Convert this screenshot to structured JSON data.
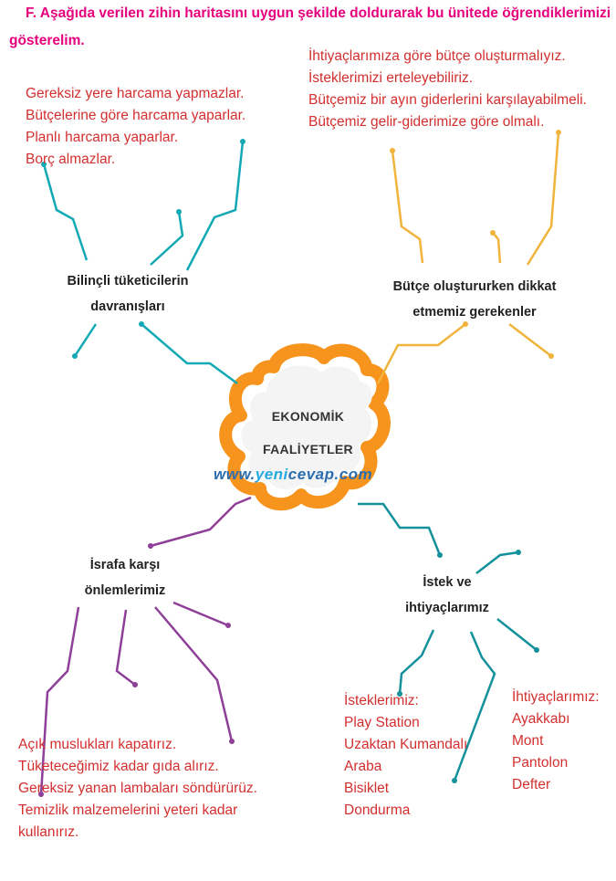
{
  "title": {
    "line1": "F. Aşağıda verilen zihin haritasını uygun şekilde doldurarak bu ünitede öğrendiklerimizi",
    "line2": "gösterelim."
  },
  "center": {
    "line1": "EKONOMİK",
    "line2": "FAALİYETLER"
  },
  "watermark": {
    "part1": "www.",
    "part2": "yeni",
    "part3": "cevap",
    "part4": ".com"
  },
  "nodes": {
    "bilincli": {
      "line1": "Bilinçli tüketicilerin",
      "line2": "davranışları"
    },
    "butce": {
      "line1": "Bütçe oluştururken dikkat",
      "line2": "etmemiz gerekenler"
    },
    "israf": {
      "line1": "İsrafa karşı",
      "line2": "önlemlerimiz"
    },
    "istek": {
      "line1": "İstek ve",
      "line2": "ihtiyaçlarımız"
    }
  },
  "answers": {
    "bilincli": [
      "Gereksiz yere harcama yapmazlar.",
      "Bütçelerine göre harcama yaparlar.",
      "Planlı harcama yaparlar.",
      "Borç almazlar."
    ],
    "butce": [
      "İhtiyaçlarımıza göre bütçe oluşturmalıyız.",
      "İsteklerimizi erteleyebiliriz.",
      "Bütçemiz bir ayın giderlerini karşılayabilmeli.",
      "Bütçemiz gelir-giderimize göre olmalı."
    ],
    "israf": [
      "Açık muslukları kapatırız.",
      "Tüketeceğimiz kadar gıda alırız.",
      "Gereksiz yanan lambaları söndürürüz.",
      "Temizlik malzemelerini yeteri kadar",
      "kullanırız."
    ],
    "istekler": [
      "İsteklerimiz:",
      "Play Station",
      "Uzaktan Kumandalı",
      "Araba",
      "Bisiklet",
      "Dondurma"
    ],
    "ihtiyaclar": [
      "İhtiyaçlarımız:",
      "Ayakkabı",
      "Mont",
      "Pantolon",
      "Defter"
    ]
  },
  "colors": {
    "title": "#e6007e",
    "answer_text": "#d32f2f",
    "teal_branch": "#12a9b5",
    "orange_branch": "#f0b43c",
    "purple_branch": "#8e3f98",
    "darkteal_branch": "#14919b",
    "cloud_outline": "#f7941d"
  }
}
